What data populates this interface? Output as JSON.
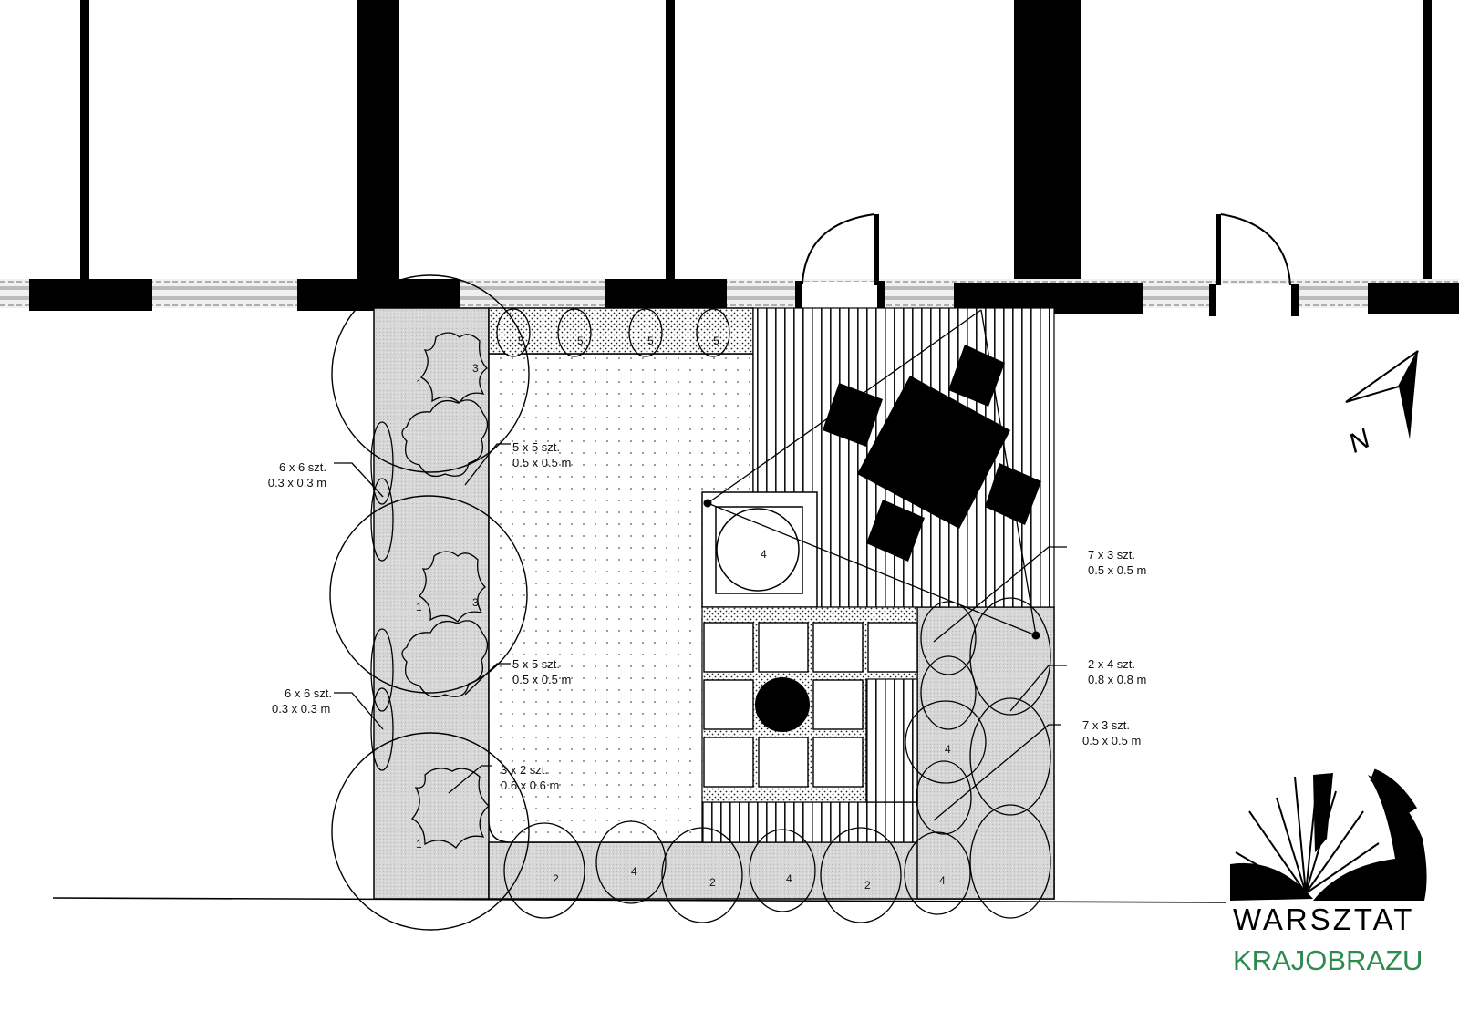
{
  "drawing": {
    "type": "garden site plan",
    "background": "#ffffff",
    "fill_colors": {
      "planting_bed": "#d9d9d9",
      "lawn_dots": "#ffffff",
      "wall": "#000000",
      "brand_green": "#2e8b4f"
    }
  },
  "annotations": [
    {
      "id": "a1",
      "line1": "6 x 6 szt.",
      "line2": "0.3 x 0.3 m"
    },
    {
      "id": "a2",
      "line1": "5 x 5 szt.",
      "line2": "0.5 x 0.5 m"
    },
    {
      "id": "a3",
      "line1": "6 x 6 szt.",
      "line2": "0.3 x 0.3 m"
    },
    {
      "id": "a4",
      "line1": "5 x 5 szt.",
      "line2": "0.5 x 0.5 m"
    },
    {
      "id": "a5",
      "line1": "3 x 2 szt.",
      "line2": "0.6 x 0.6 m"
    },
    {
      "id": "a6",
      "line1": "7 x 3 szt.",
      "line2": "0.5 x 0.5 m"
    },
    {
      "id": "a7",
      "line1": "2 x 4 szt.",
      "line2": "0.8 x 0.8 m"
    },
    {
      "id": "a8",
      "line1": "7 x 3 szt.",
      "line2": "0.5 x 0.5 m"
    }
  ],
  "plant_numbers": {
    "top_row": [
      "5",
      "5",
      "5",
      "5"
    ],
    "left_trees": [
      "1",
      "3",
      "1",
      "3",
      "1"
    ],
    "planter": "4",
    "bottom_row": [
      "2",
      "4",
      "2",
      "4",
      "2",
      "4"
    ],
    "right_bed": "4"
  },
  "compass": {
    "label": "N",
    "icon": "north-arrow-icon"
  },
  "logo": {
    "line1": "WARSZTAT",
    "line2": "KRAJOBRAZU",
    "icon": "ginkgo-leaf-icon"
  }
}
